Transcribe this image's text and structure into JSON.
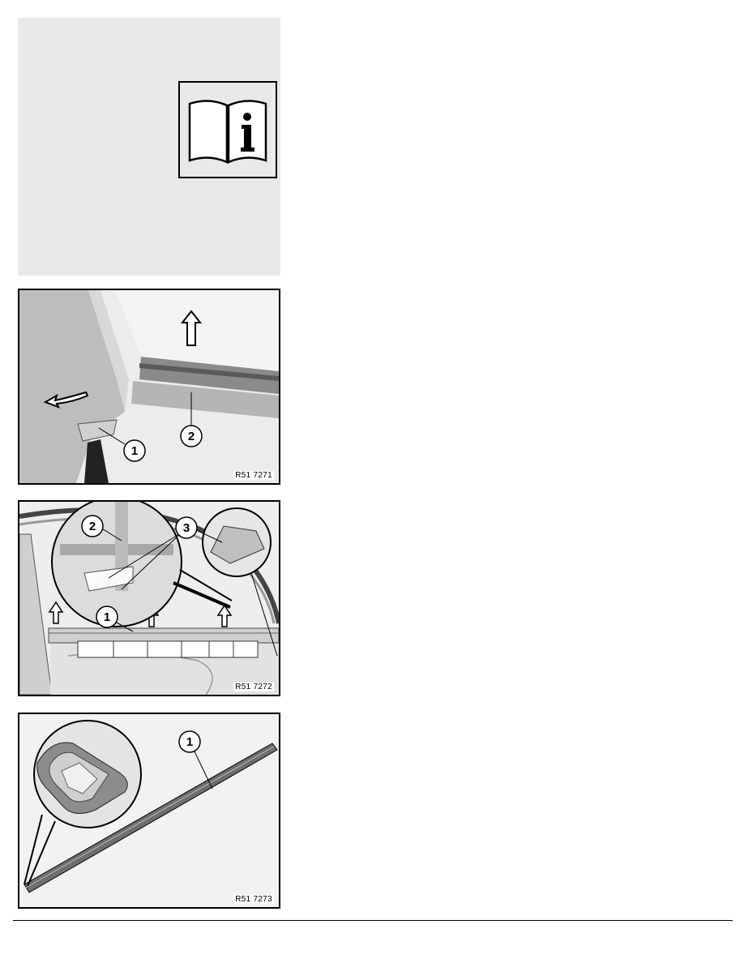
{
  "info_panel": {
    "icon": "book-info-icon"
  },
  "figures": [
    {
      "code": "R51 7271",
      "callouts": [
        "1",
        "2"
      ]
    },
    {
      "code": "R51 7272",
      "callouts": [
        "1",
        "2",
        "3"
      ]
    },
    {
      "code": "R51 7273",
      "callouts": [
        "1"
      ]
    }
  ]
}
